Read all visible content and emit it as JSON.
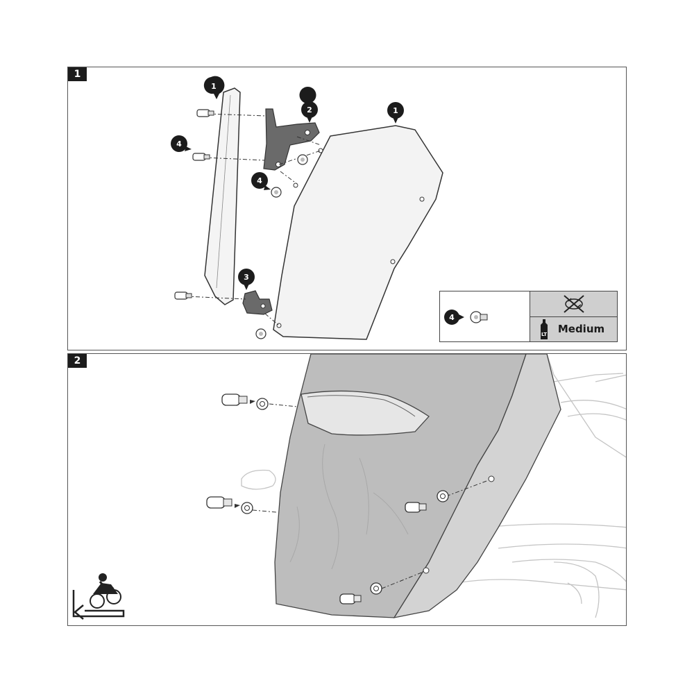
{
  "steps": [
    {
      "number": "1"
    },
    {
      "number": "2"
    }
  ],
  "callouts": {
    "shield_left": "1",
    "bracket_top": "2",
    "bracket_bottom": "3",
    "screw_upper_left": "4",
    "screw_mid": "4",
    "shield_right": "1"
  },
  "legend": {
    "part_number": "4",
    "threadlock_label": "LT",
    "threadlock_strength": "Medium",
    "icons": [
      "screw-icon",
      "no-cleaning-agent-icon",
      "threadlocker-bottle-icon"
    ]
  },
  "colors": {
    "outline": "#333333",
    "bracket": "#6a6a6a",
    "shield_fill": "#f2f2f2",
    "screen_fill": "#bdbdbd",
    "legend_fill": "#cfcfcf"
  },
  "icons": [
    "motorcycle-rider-icon",
    "direction-arrow-icon"
  ]
}
